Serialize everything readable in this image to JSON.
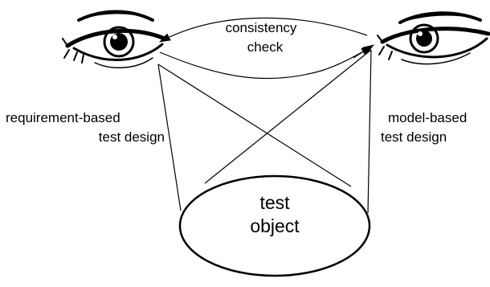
{
  "diagram": {
    "labels": {
      "consistency_line1": "consistency",
      "consistency_line2": "check",
      "left_line1": "requirement-based",
      "left_line2": "test design",
      "right_line1": "model-based",
      "right_line2": "test design",
      "object_line1": "test",
      "object_line2": "object"
    },
    "icons": {
      "left_eye": "eye-icon",
      "right_eye": "eye-icon"
    },
    "colors": {
      "ink": "#000000",
      "background": "#ffffff"
    }
  }
}
